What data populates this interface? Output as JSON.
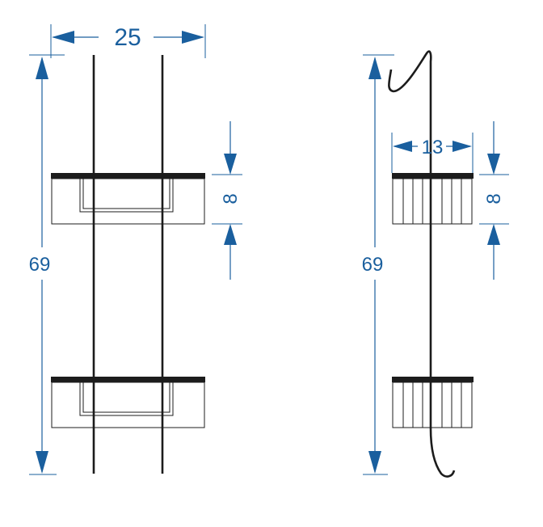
{
  "front_view": {
    "width_label": "25",
    "height_label": "69",
    "basket_height_label": "8"
  },
  "side_view": {
    "depth_label": "13",
    "height_label": "69",
    "basket_height_label": "8"
  },
  "colors": {
    "dimension": "#1a5f9e",
    "product": "#1c1c1c",
    "background": "#ffffff"
  }
}
